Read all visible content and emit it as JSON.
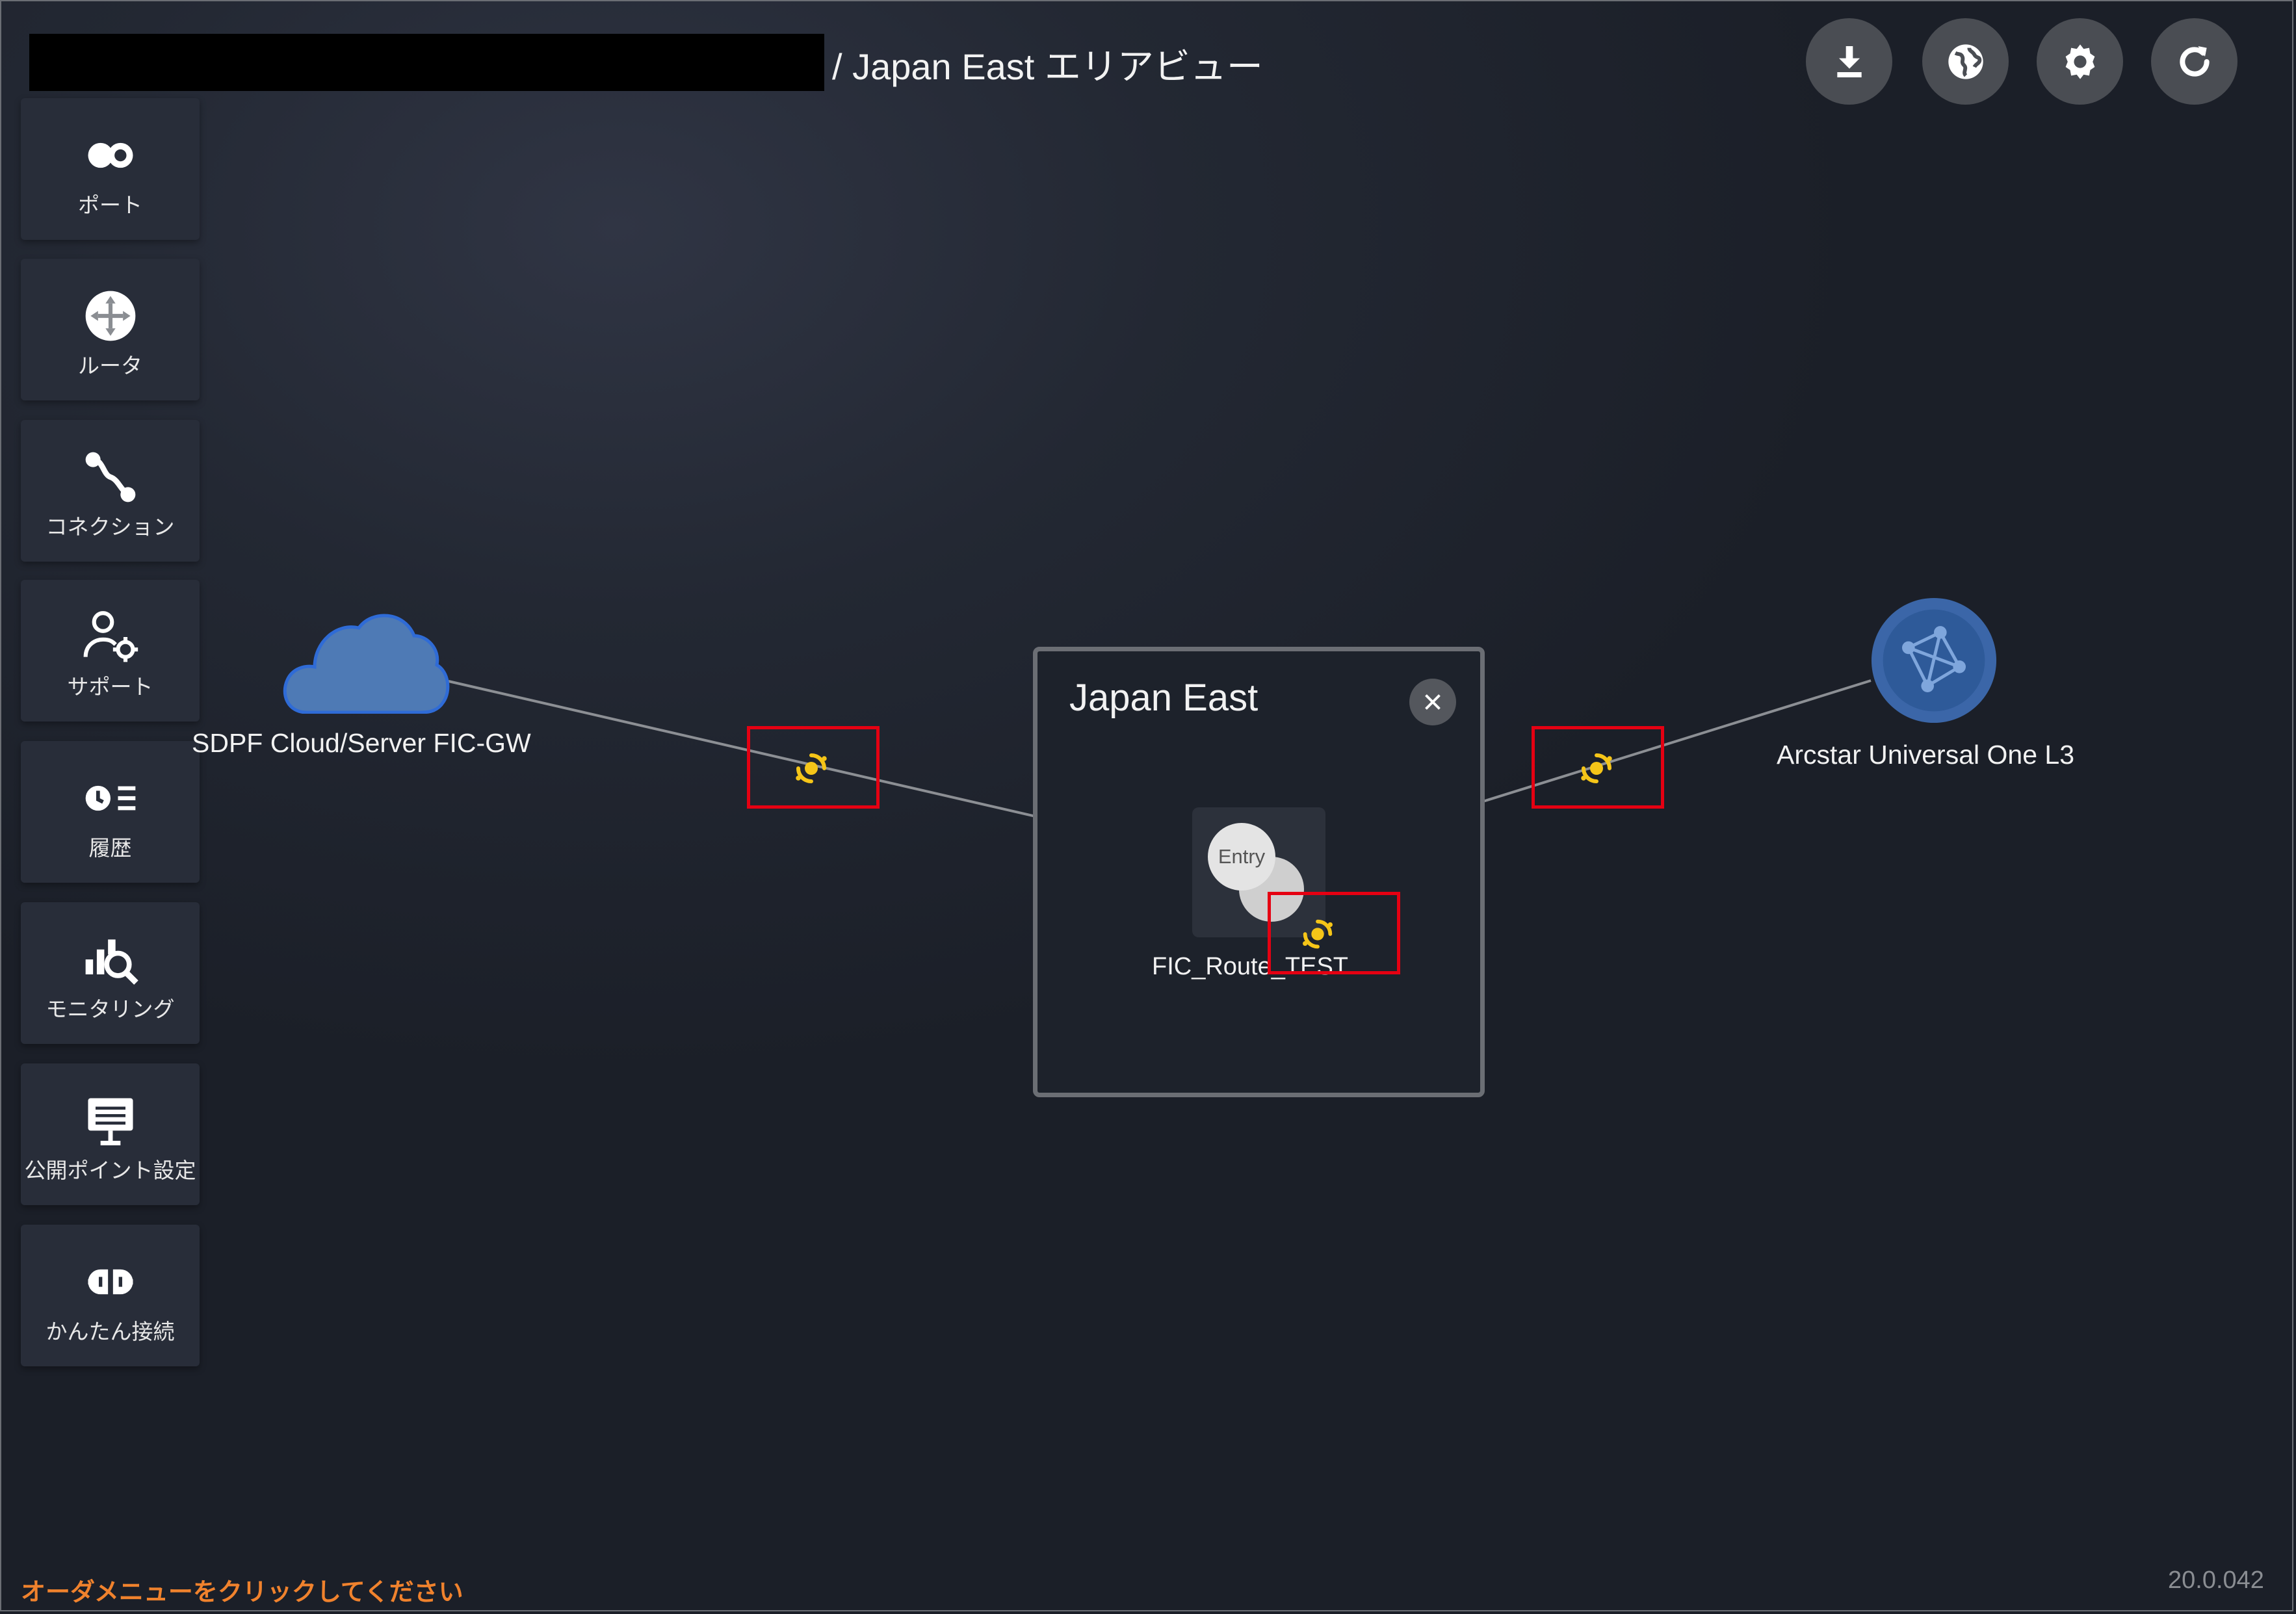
{
  "header": {
    "title": "/ Japan East エリアビュー"
  },
  "toolbar": {
    "buttons": [
      {
        "icon": "download-icon"
      },
      {
        "icon": "globe-icon"
      },
      {
        "icon": "gear-icon"
      },
      {
        "icon": "refresh-icon"
      }
    ]
  },
  "sidebar": {
    "items": [
      {
        "label": "ポート",
        "icon": "port-icon"
      },
      {
        "label": "ルータ",
        "icon": "router-icon"
      },
      {
        "label": "コネクション",
        "icon": "connection-icon"
      },
      {
        "label": "サポート",
        "icon": "support-icon"
      },
      {
        "label": "履歴",
        "icon": "history-icon"
      },
      {
        "label": "モニタリング",
        "icon": "monitoring-icon"
      },
      {
        "label": "公開ポイント設定",
        "icon": "public-point-icon"
      },
      {
        "label": "かんたん接続",
        "icon": "easy-connect-icon"
      }
    ]
  },
  "diagram": {
    "left_node": {
      "label": "SDPF Cloud/Server FIC-GW",
      "icon": "cloud-icon"
    },
    "right_node": {
      "label": "Arcstar Universal One L3",
      "icon": "network-globe-icon"
    },
    "area": {
      "title": "Japan East"
    },
    "router": {
      "label": "FIC_Route_TEST",
      "entry_label": "Entry"
    }
  },
  "colors": {
    "accent_status": "#f5c518",
    "highlight": "#e50012",
    "order_text": "#f0822d",
    "cloud": "#4e7ab5",
    "globe": "#3b66a8"
  },
  "footer": {
    "order_message": "オーダメニューをクリックしてください",
    "version": "20.0.042"
  }
}
